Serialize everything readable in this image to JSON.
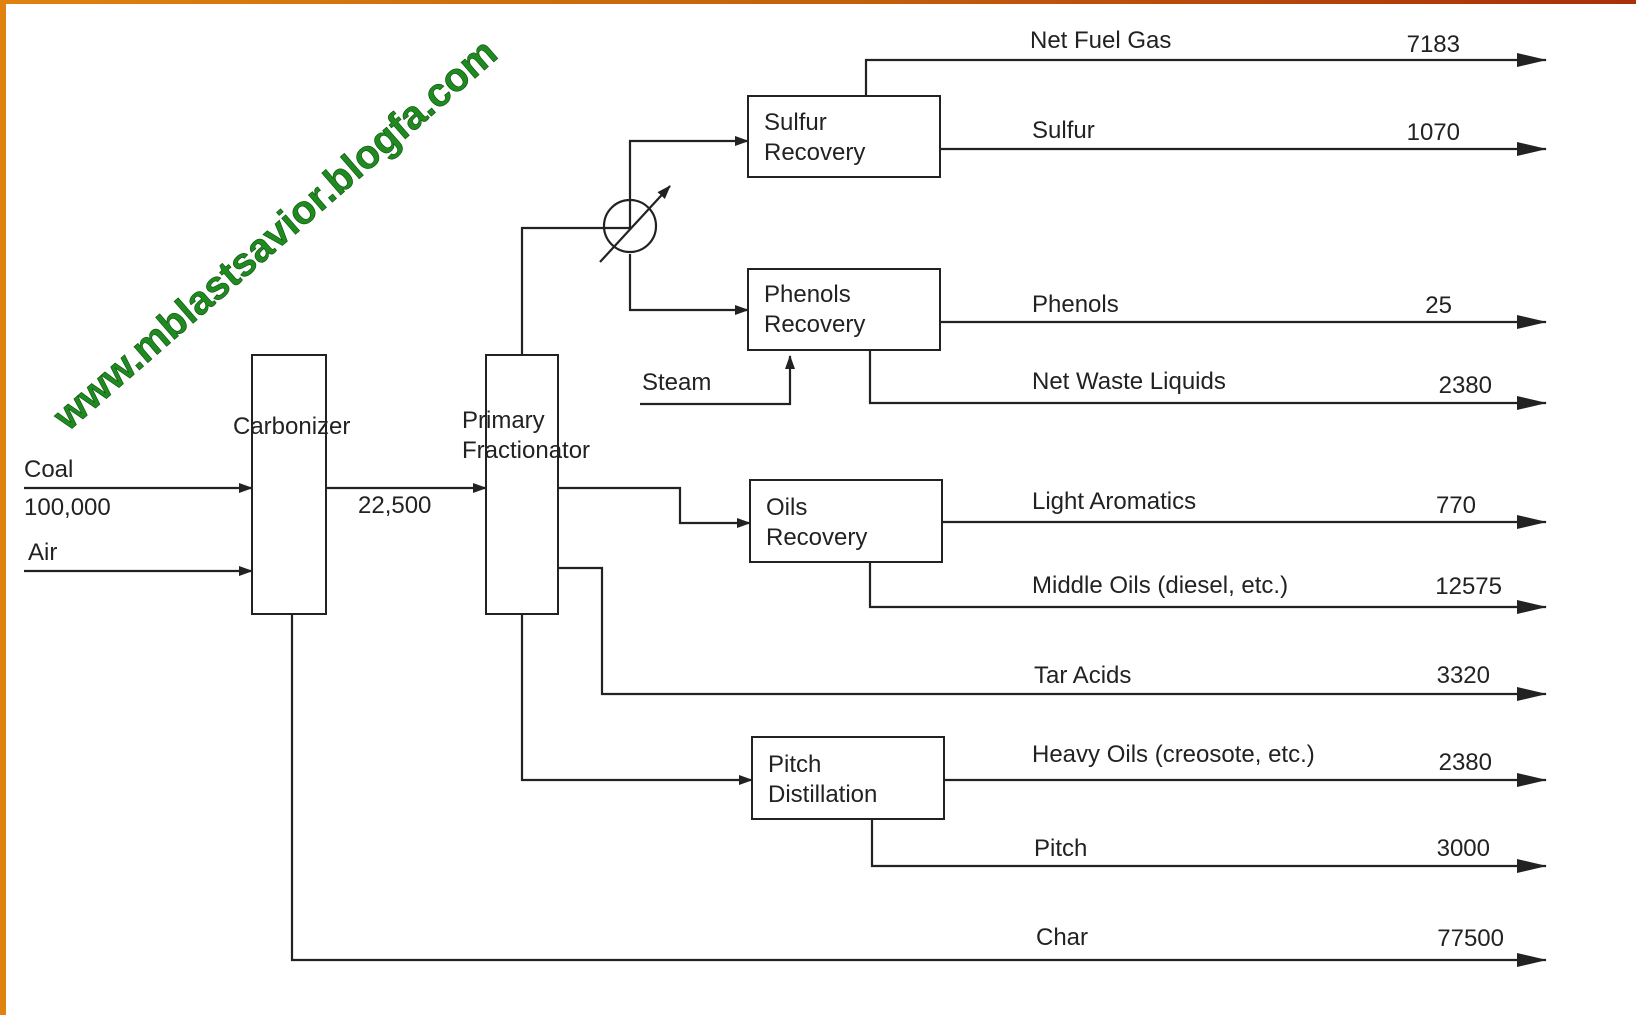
{
  "watermark": "www.mblastsavior.blogfa.com",
  "units": {
    "carbonizer": "Carbonizer",
    "fractionator_line1": "Primary",
    "fractionator_line2": "Fractionator",
    "sulfur_line1": "Sulfur",
    "sulfur_line2": "Recovery",
    "phenols_line1": "Phenols",
    "phenols_line2": "Recovery",
    "oils_line1": "Oils",
    "oils_line2": "Recovery",
    "pitch_line1": "Pitch",
    "pitch_line2": "Distillation"
  },
  "inputs": {
    "coal_label": "Coal",
    "coal_value": "100,000",
    "air_label": "Air",
    "steam_label": "Steam",
    "intermediate_value": "22,500"
  },
  "products": [
    {
      "name": "Net Fuel Gas",
      "value": "7183"
    },
    {
      "name": "Sulfur",
      "value": "1070"
    },
    {
      "name": "Phenols",
      "value": "25"
    },
    {
      "name": "Net Waste Liquids",
      "value": "2380"
    },
    {
      "name": "Light Aromatics",
      "value": "770"
    },
    {
      "name": "Middle Oils (diesel, etc.)",
      "value": "12575"
    },
    {
      "name": "Tar Acids",
      "value": "3320"
    },
    {
      "name": "Heavy Oils (creosote, etc.)",
      "value": "2380"
    },
    {
      "name": "Pitch",
      "value": "3000"
    },
    {
      "name": "Char",
      "value": "77500"
    }
  ]
}
